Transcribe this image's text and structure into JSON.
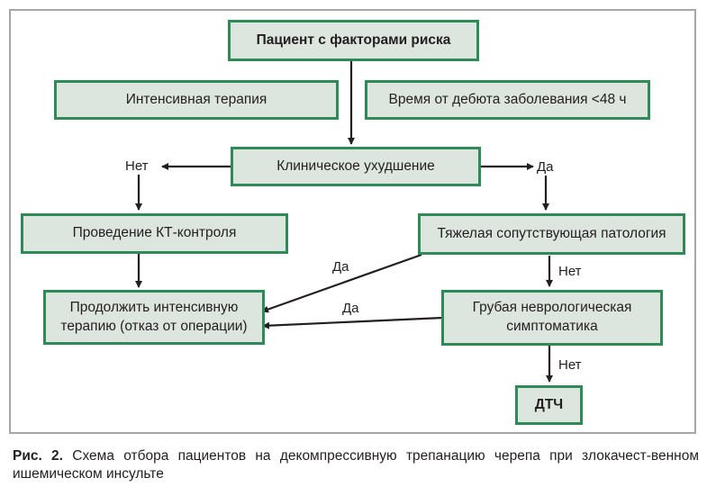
{
  "nodes": {
    "patient": "Пациент с факторами риска",
    "intensive": "Интенсивная терапия",
    "time": "Время от дебюта заболевания <48 ч",
    "worsening": "Клиническое ухудшение",
    "ct": "Проведение КТ-контроля",
    "comorbidity": "Тяжелая сопутствующая патология",
    "continue": "Продолжить интенсивную терапию (отказ от операции)",
    "neuro": "Грубая неврологическая симптоматика",
    "dtch": "ДТЧ"
  },
  "edge_labels": {
    "worsening_no": "Нет",
    "worsening_yes": "Да",
    "comorbidity_yes": "Да",
    "comorbidity_no": "Нет",
    "neuro_yes": "Да",
    "neuro_no": "Нет"
  },
  "caption": {
    "figure": "Рис. 2.",
    "text": "Схема отбора пациентов на декомпрессивную трепанацию черепа при злокачест-венном ишемическом инсульте"
  },
  "colors": {
    "box_fill": "#dde5df",
    "box_border": "#2e8b57",
    "arrow": "#231f20",
    "frame": "#a6a6a6"
  }
}
